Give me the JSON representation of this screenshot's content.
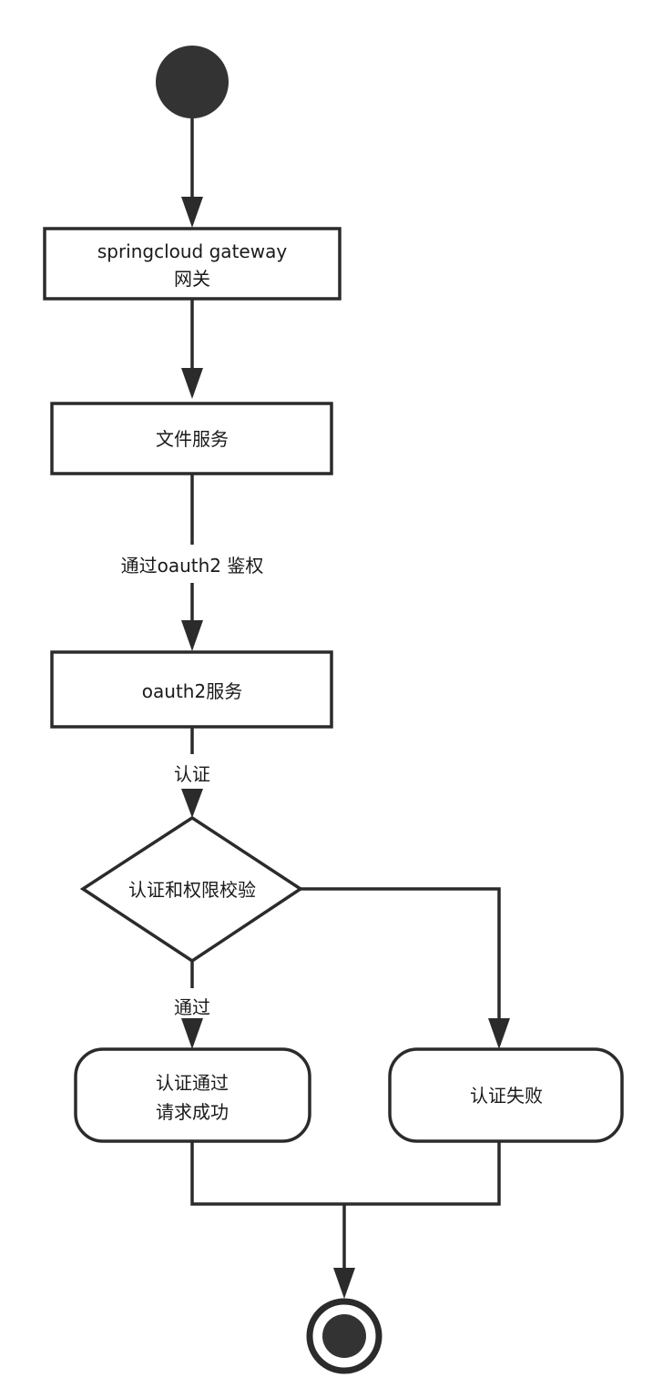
{
  "nodes": {
    "gateway": {
      "line1": "springcloud gateway",
      "line2": "网关"
    },
    "file_service": {
      "label": "文件服务"
    },
    "oauth_service": {
      "label": "oauth2服务"
    },
    "decision": {
      "label": "认证和权限校验"
    },
    "success": {
      "line1": "认证通过",
      "line2": "请求成功"
    },
    "failure": {
      "label": "认证失败"
    }
  },
  "edges": {
    "file_to_oauth": "通过oauth2 鉴权",
    "oauth_to_decision": "认证",
    "decision_to_success": "通过"
  },
  "colors": {
    "stroke": "#2b2b2b",
    "fill": "#ffffff",
    "start_end_fill": "#333333"
  }
}
